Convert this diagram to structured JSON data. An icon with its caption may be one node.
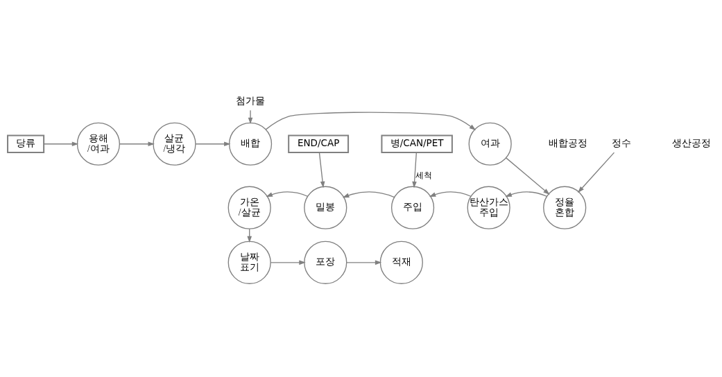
{
  "diagram": {
    "nodes": [
      {
        "text": [
          "당류"
        ]
      },
      {
        "text": [
          "용해 /여과"
        ]
      },
      {
        "text": [
          "살균 /냉각"
        ]
      },
      {
        "text": [
          "배합"
        ]
      },
      {
        "text": [
          "여과"
        ]
      },
      {
        "text": [
          "첨가물"
        ]
      },
      {
        "text": [
          "정수"
        ]
      },
      {
        "text": [
          "정율 혼합"
        ]
      },
      {
        "text": [
          "탄산가스 주입"
        ]
      },
      {
        "text": [
          "주입"
        ]
      },
      {
        "text": [
          "병/CAN/PET"
        ]
      },
      {
        "text": [
          "END/CAP"
        ]
      },
      {
        "text": [
          "밀봉"
        ]
      },
      {
        "text": [
          "가온 /살균"
        ]
      },
      {
        "text": [
          "날짜 표기"
        ]
      },
      {
        "text": [
          "포장"
        ]
      },
      {
        "text": [
          "적재"
        ]
      }
    ],
    "edges": [
      {
        "from": 0,
        "to": 1,
        "arrow": "to"
      },
      {
        "from": 1,
        "to": 2,
        "arrow": "to"
      },
      {
        "from": 2,
        "to": 3,
        "arrow": "to"
      },
      {
        "from": 5,
        "to": 3,
        "arrow": "to"
      },
      {
        "from": 3,
        "to": 4,
        "arrow": "to"
      },
      {
        "from": 4,
        "to": 7,
        "arrow": "to"
      },
      {
        "from": 6,
        "to": 7,
        "arrow": "to"
      },
      {
        "from": 7,
        "to": 8,
        "arrow": "to"
      },
      {
        "from": 8,
        "to": 9,
        "arrow": "to"
      },
      {
        "from": 10,
        "to": 9,
        "arrow": "to",
        "label": "세척"
      },
      {
        "from": 9,
        "to": 12,
        "arrow": "to"
      },
      {
        "from": 11,
        "to": 12,
        "arrow": "to"
      },
      {
        "from": 12,
        "to": 13,
        "arrow": "to"
      },
      {
        "from": 13,
        "to": 14,
        "arrow": "to"
      },
      {
        "from": 14,
        "to": 15,
        "arrow": "to"
      },
      {
        "from": 15,
        "to": 16,
        "arrow": "to"
      }
    ],
    "labels": [
      "배합공정",
      "생산공정"
    ]
  }
}
